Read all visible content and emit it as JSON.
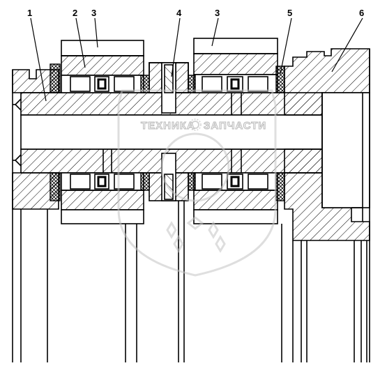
{
  "callouts": [
    {
      "id": "1",
      "text": "1"
    },
    {
      "id": "2",
      "text": "2"
    },
    {
      "id": "3a",
      "text": "3"
    },
    {
      "id": "4",
      "text": "4"
    },
    {
      "id": "3b",
      "text": "3"
    },
    {
      "id": "5",
      "text": "5"
    },
    {
      "id": "6",
      "text": "6"
    }
  ],
  "watermark": {
    "left": "ТЕХНИКА",
    "right": "ЗАПЧАСТИ"
  },
  "colors": {
    "line": "#000000",
    "hatch": "#000000",
    "background": "#ffffff",
    "watermark": "#c4c4c4"
  }
}
